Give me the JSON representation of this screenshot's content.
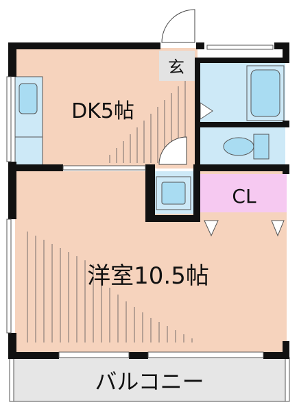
{
  "labels": {
    "genkan": "玄",
    "dk": "DK5帖",
    "western_room": "洋室10.5帖",
    "closet": "CL",
    "balcony": "バルコニー"
  },
  "colors": {
    "wall": "#111111",
    "floor_wood": "#f6d3bd",
    "genkan_floor": "#e3e3e3",
    "wet_area": "#cde9f7",
    "fixture_fill": "#a9dcf2",
    "closet": "#f6c9f1",
    "balcony": "#e6e6e6"
  },
  "icons": [
    "kitchen-sink-icon",
    "bathtub-icon",
    "toilet-icon",
    "washing-machine-icon",
    "door-swing-icon"
  ]
}
